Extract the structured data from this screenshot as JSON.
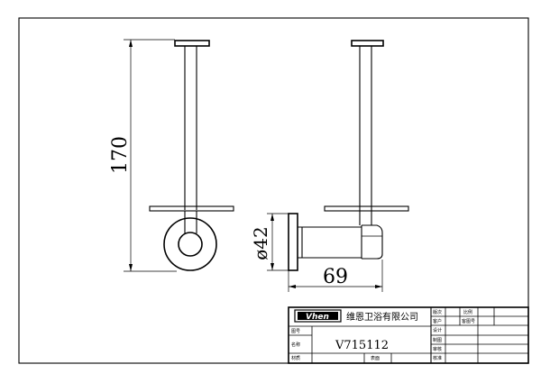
{
  "drawing": {
    "dimensions": {
      "height_label": "170",
      "diameter_label": "ø42",
      "depth_label": "69"
    }
  },
  "title_block": {
    "logo_text": "Vhen",
    "company_name": "维恩卫浴有限公司",
    "model_number": "V715112",
    "labels": {
      "version": "版次",
      "scale": "比例",
      "customer": "客户",
      "customer_drawing_no": "客图号",
      "drawing_no": "图号",
      "design": "设计",
      "name": "名称",
      "draw": "制图",
      "review": "审核",
      "material": "材质",
      "surface": "表面",
      "approve": "核准"
    }
  }
}
